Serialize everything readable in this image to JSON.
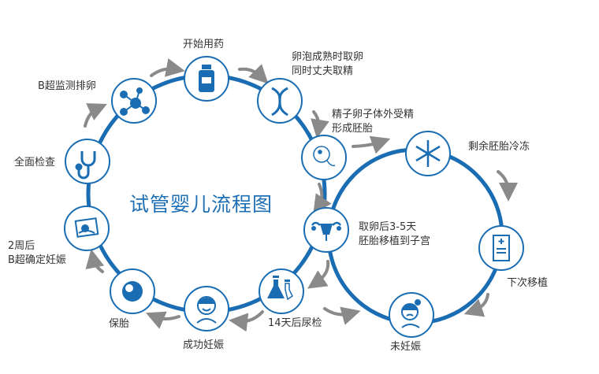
{
  "title": "试管婴儿流程图",
  "colors": {
    "ring": "#1a6db3",
    "arrow": "#8a8a8a",
    "text": "#333333"
  },
  "steps": {
    "start_medication": "开始用药",
    "retrieve_line1": "卵泡成熟时取卵",
    "retrieve_line2": "同时丈夫取精",
    "fertilize_line1": "精子卵子体外受精",
    "fertilize_line2": "形成胚胎",
    "freeze": "剩余胚胎冷冻",
    "transfer_line1": "取卵后3-5天",
    "transfer_line2": "胚胎移植到子宫",
    "next_transfer": "下次移植",
    "not_pregnant": "未妊娠",
    "urine_test": "14天后尿检",
    "pregnant": "成功妊娠",
    "protect": "保胎",
    "confirm_line1": "2周后",
    "confirm_line2": "B超确定妊娠",
    "checkup": "全面检查",
    "monitor": "B超监测排卵"
  }
}
